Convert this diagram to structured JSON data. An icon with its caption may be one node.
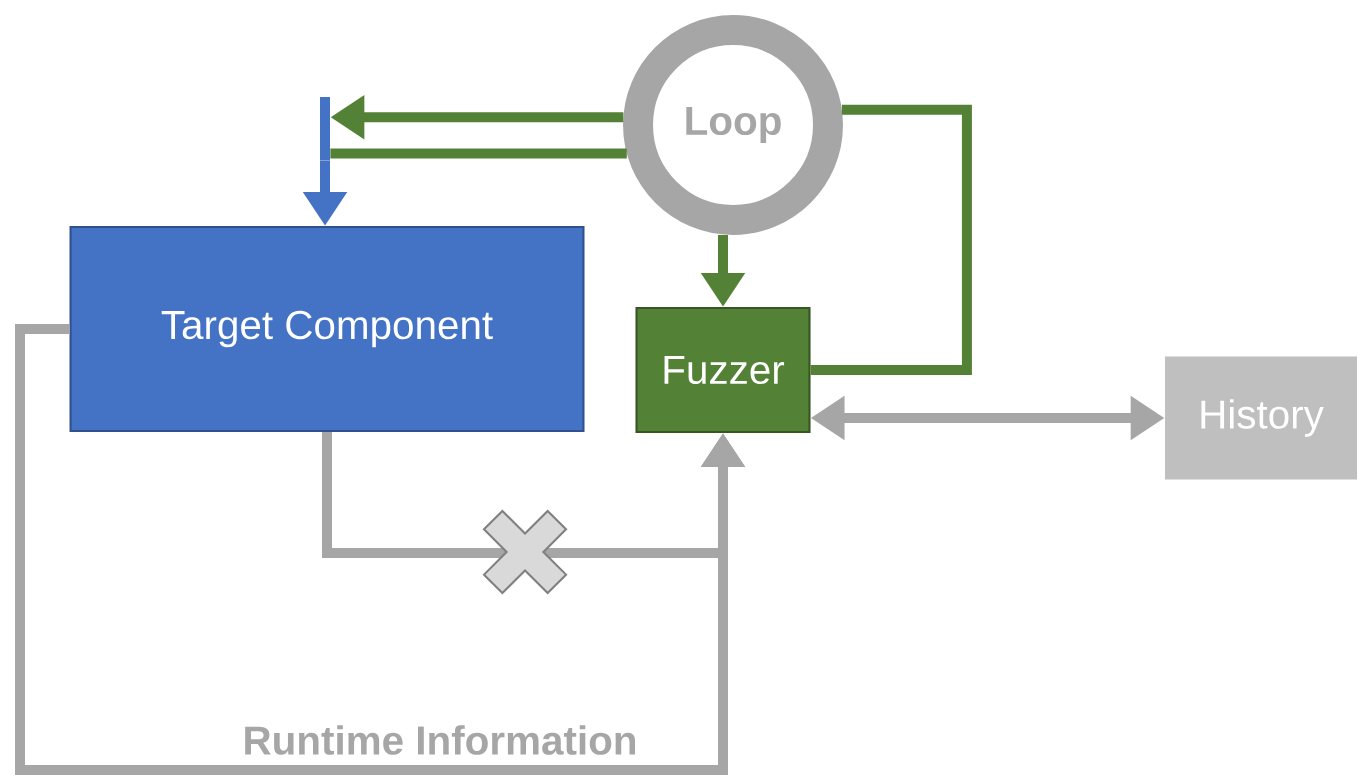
{
  "diagram": {
    "nodes": [
      {
        "text": [],
        "shape": "bar"
      },
      {
        "text": [
          "Loop"
        ]
      },
      {
        "text": [
          "Target Component"
        ]
      },
      {
        "text": [
          "Fuzzer"
        ]
      },
      {
        "text": [
          "History"
        ]
      }
    ],
    "edges": [
      {
        "from": 1,
        "to": 0,
        "arrow": "to"
      },
      {
        "from": 0,
        "to": 1,
        "arrow": "none"
      },
      {
        "from": 0,
        "to": 2,
        "arrow": "to",
        "color": "#4472c4"
      },
      {
        "from": 1,
        "to": 3,
        "arrow": "to"
      },
      {
        "from": 3,
        "to": 1,
        "arrow": "none"
      },
      {
        "from": 3,
        "to": 4,
        "arrow": "both",
        "color": "#a6a6a6"
      },
      {
        "from": 2,
        "to": 3,
        "arrow": "to",
        "color": "#a6a6a6"
      },
      {
        "from": 2,
        "to": 3,
        "arrow": "to",
        "color": "#a6a6a6",
        "label": "Runtime Information"
      }
    ]
  }
}
